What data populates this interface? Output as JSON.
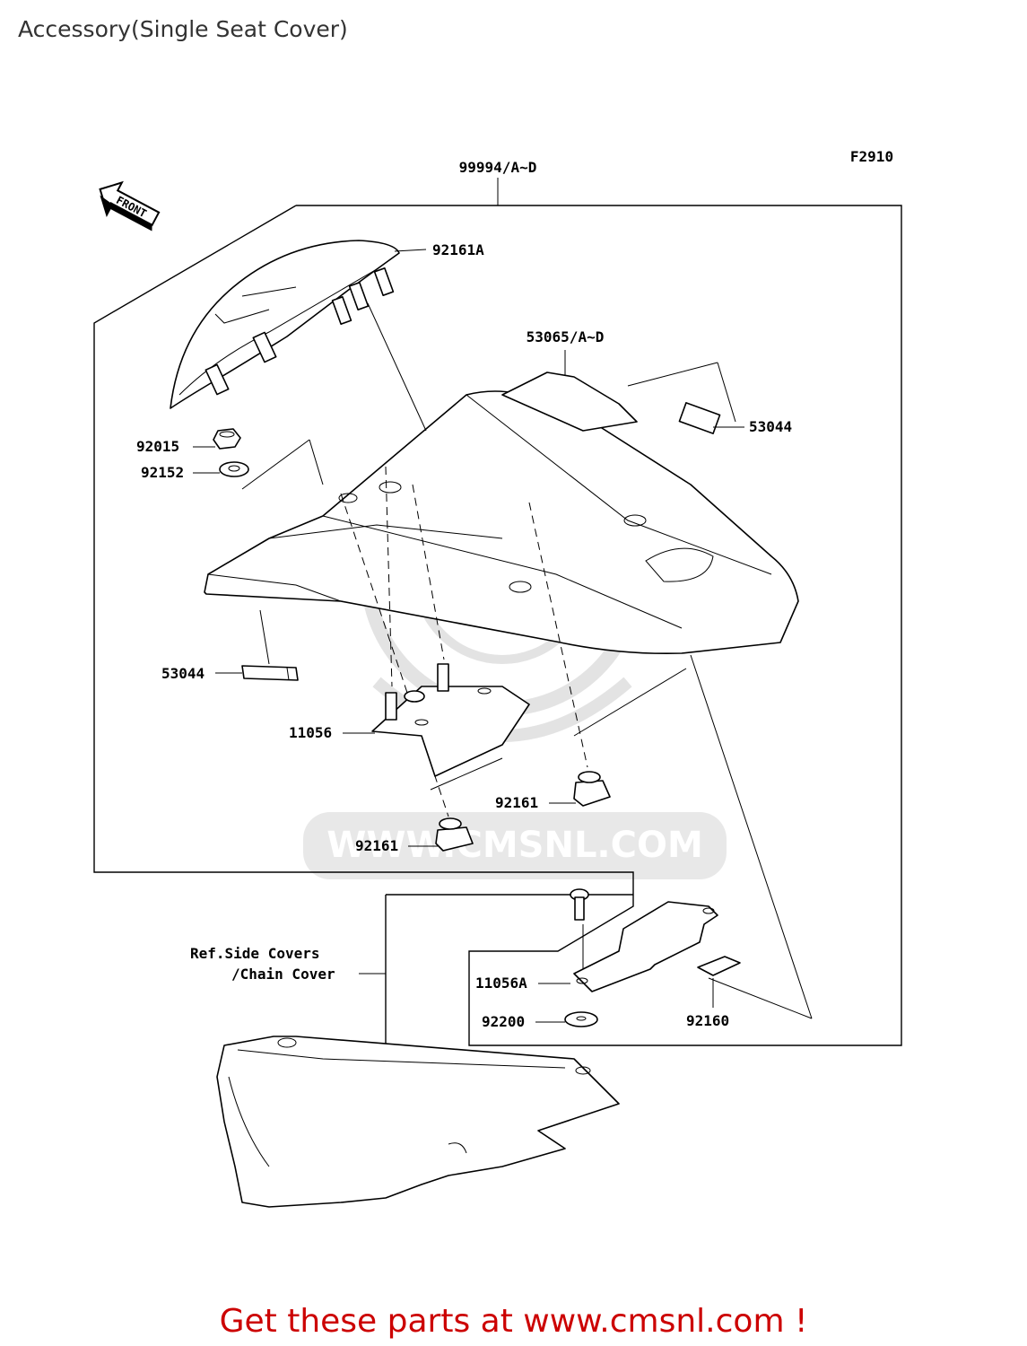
{
  "page_title": "Accessory(Single Seat Cover)",
  "figure_code": "F2910",
  "front_marker": "FRONT",
  "labels": {
    "p99994": "99994/A~D",
    "p92161A": "92161A",
    "p53065": "53065/A~D",
    "p53044_right": "53044",
    "p92015": "92015",
    "p92152": "92152",
    "p53044_left": "53044",
    "p11056": "11056",
    "p92161_right": "92161",
    "p92161_left": "92161",
    "ref_line1": "Ref.Side Covers",
    "ref_line2": "/Chain Cover",
    "p11056A": "11056A",
    "p92200": "92200",
    "p92160": "92160"
  },
  "watermark": "WWW.CMSNL.COM",
  "footer": {
    "text": "Get these parts at www.cmsnl.com !",
    "color": "#cc0000"
  }
}
